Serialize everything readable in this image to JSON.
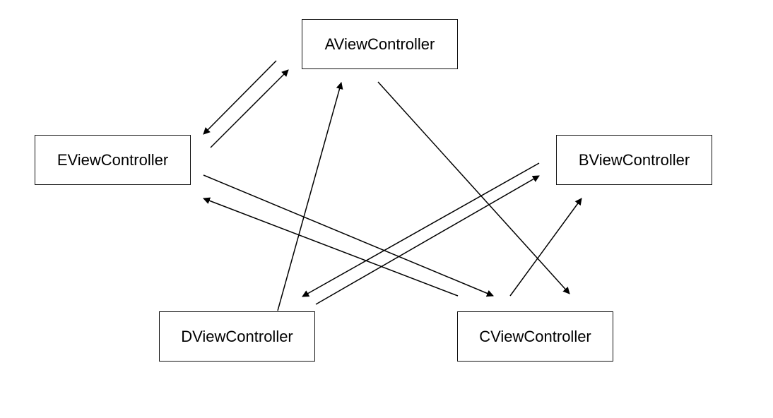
{
  "diagram": {
    "nodes": [
      {
        "id": "A",
        "label": "AViewController"
      },
      {
        "id": "B",
        "label": "BViewController"
      },
      {
        "id": "C",
        "label": "CViewController"
      },
      {
        "id": "D",
        "label": "DViewController"
      },
      {
        "id": "E",
        "label": "EViewController"
      }
    ],
    "edges": [
      {
        "from": "A",
        "to": "E"
      },
      {
        "from": "E",
        "to": "A"
      },
      {
        "from": "A",
        "to": "C"
      },
      {
        "from": "D",
        "to": "A"
      },
      {
        "from": "E",
        "to": "C"
      },
      {
        "from": "C",
        "to": "E"
      },
      {
        "from": "B",
        "to": "D"
      },
      {
        "from": "D",
        "to": "B"
      },
      {
        "from": "C",
        "to": "B"
      }
    ],
    "colors": {
      "line": "#000000",
      "node_border": "#111111",
      "background": "#ffffff"
    }
  }
}
